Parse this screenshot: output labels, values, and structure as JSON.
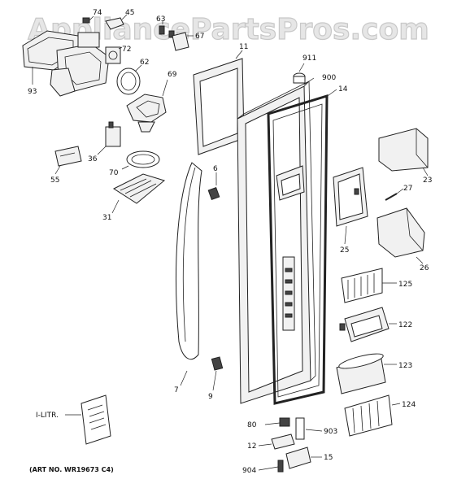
{
  "watermark": "AppliancePartsPros.com",
  "art_number": "(ART NO. WR19673 C4)",
  "literature_label": "I-LITR.",
  "callouts": [
    "74",
    "45",
    "63",
    "67",
    "93",
    "72",
    "62",
    "69",
    "11",
    "911",
    "900",
    "14",
    "36",
    "55",
    "70",
    "6",
    "31",
    "23",
    "27",
    "25",
    "26",
    "125",
    "122",
    "123",
    "124",
    "7",
    "9",
    "80",
    "903",
    "12",
    "15",
    "904"
  ]
}
